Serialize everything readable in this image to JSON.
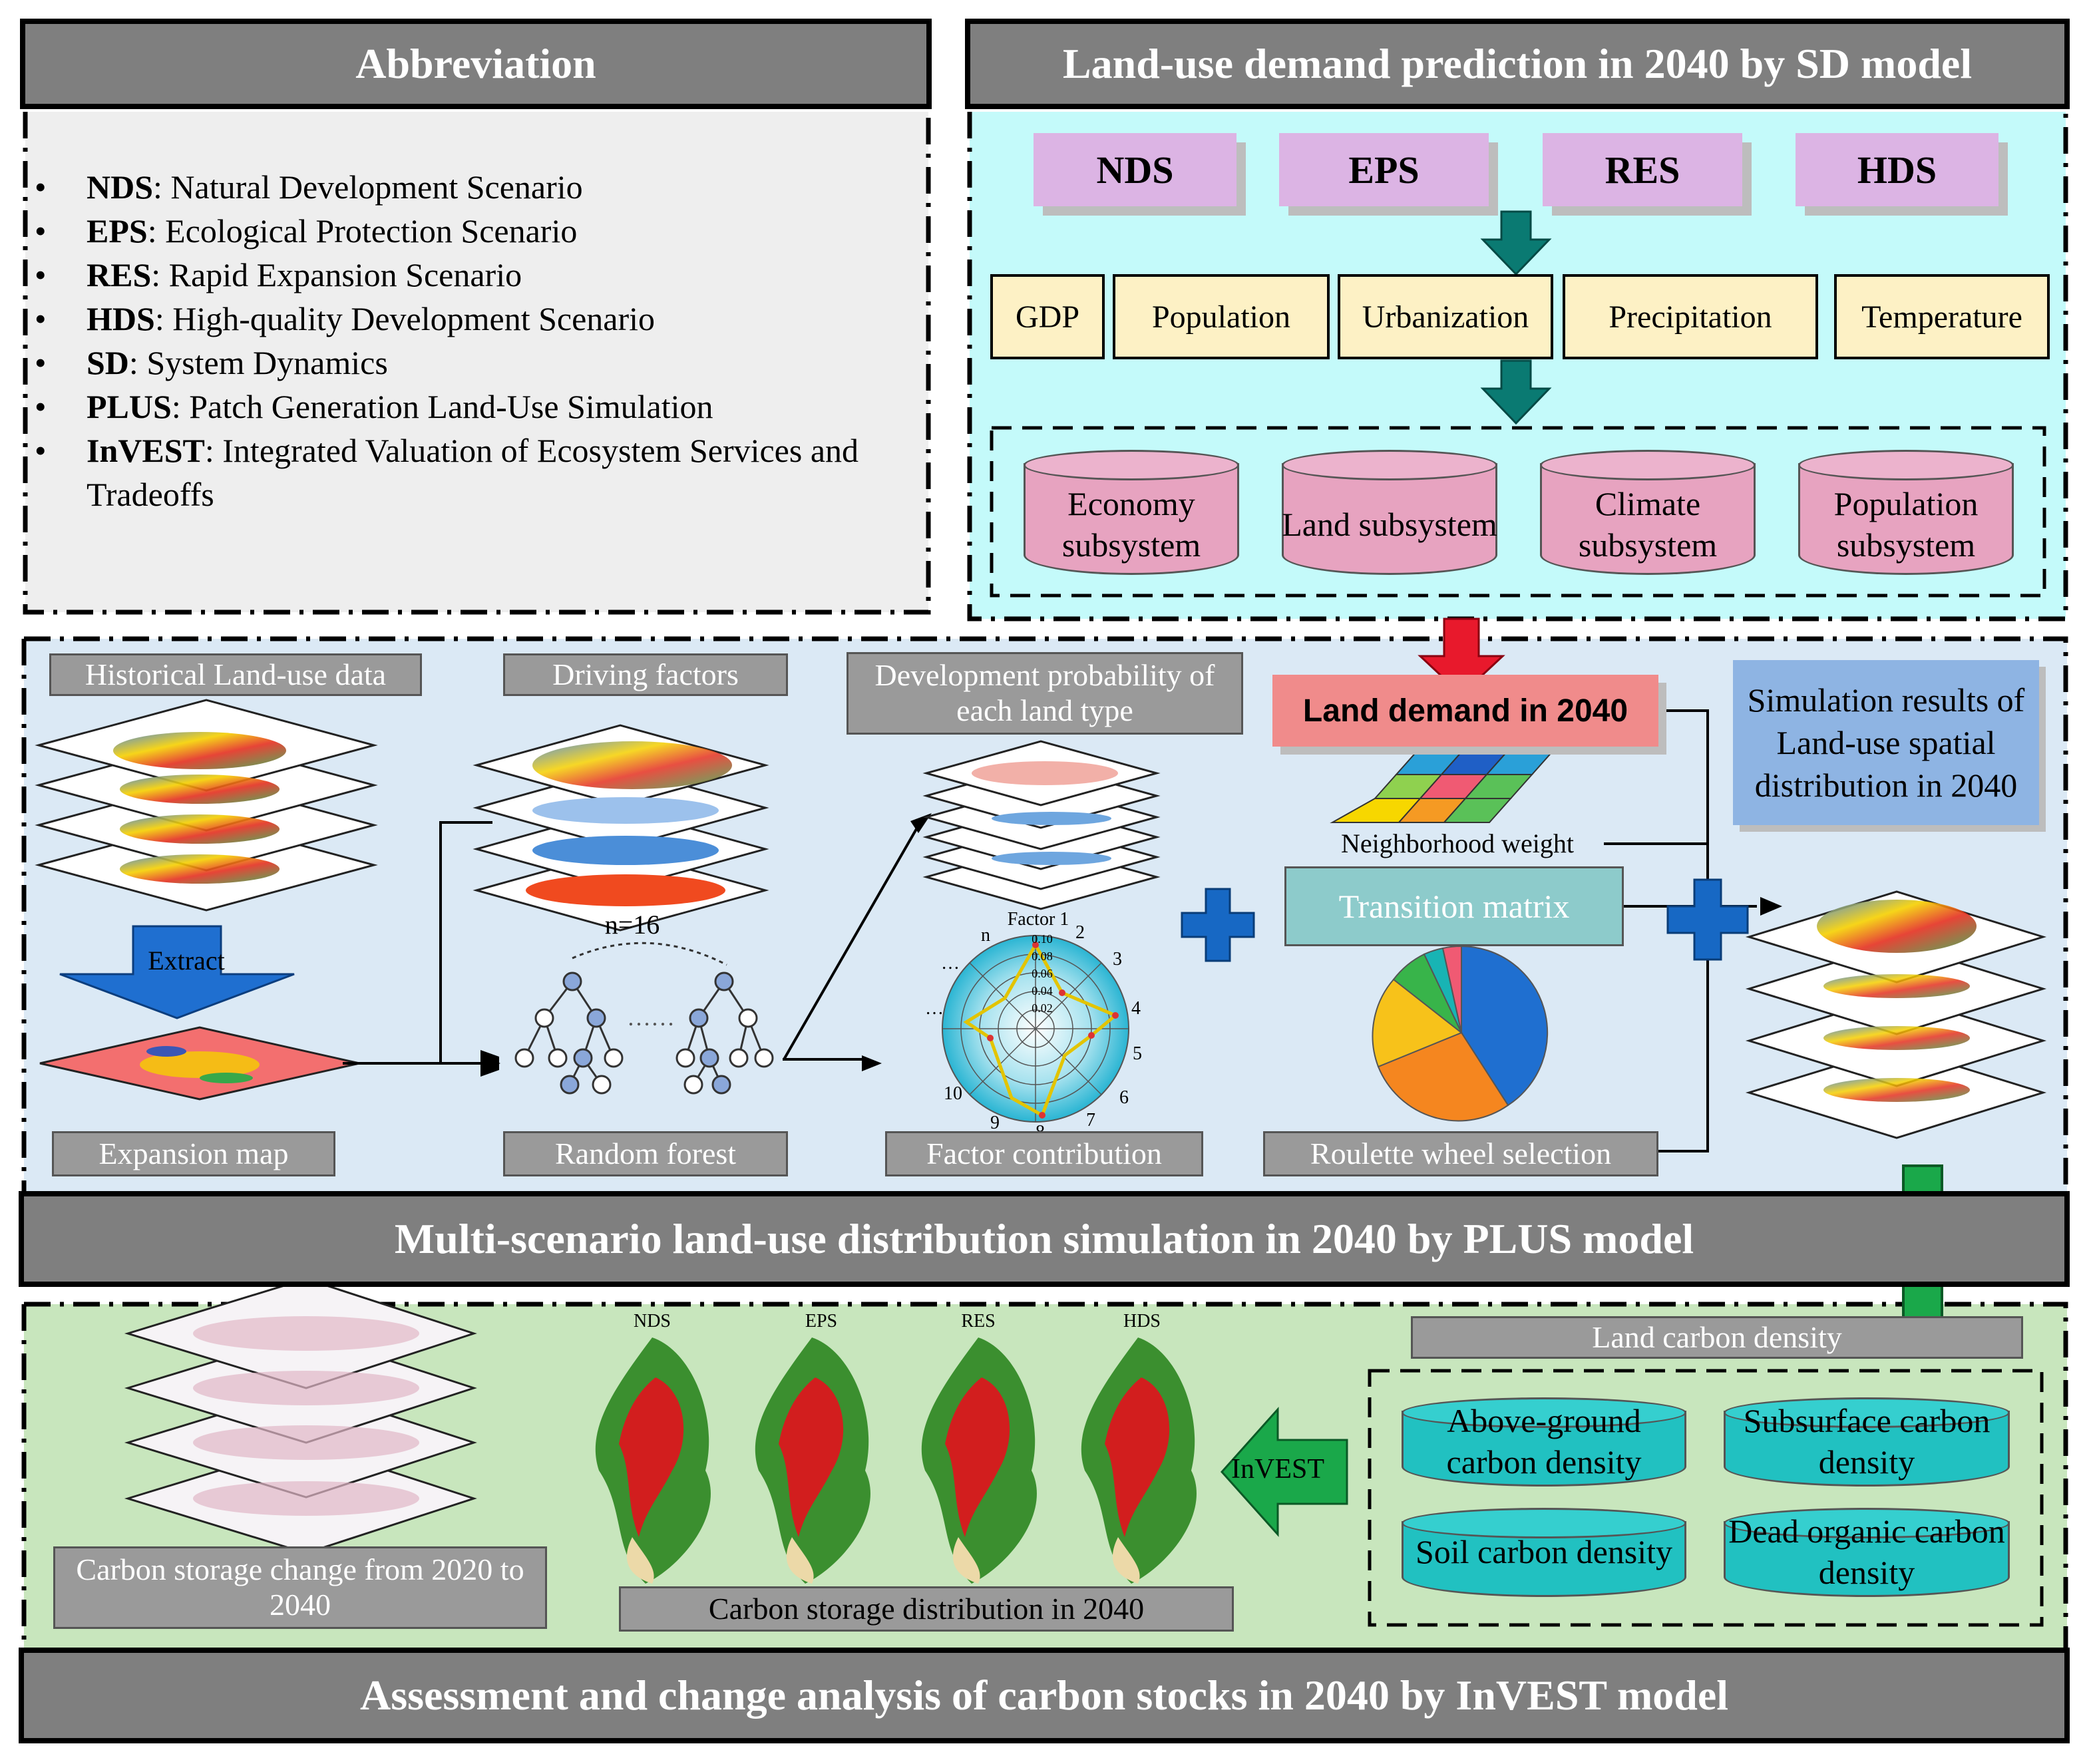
{
  "abbreviation": {
    "title": "Abbreviation",
    "items": [
      {
        "abbr": "NDS",
        "text": ": Natural Development Scenario"
      },
      {
        "abbr": "EPS",
        "text": ": Ecological Protection Scenario"
      },
      {
        "abbr": "RES",
        "text": ": Rapid Expansion Scenario"
      },
      {
        "abbr": "HDS",
        "text": ": High-quality Development Scenario"
      },
      {
        "abbr": "SD",
        "text": ": System Dynamics"
      },
      {
        "abbr": "PLUS",
        "text": ": Patch Generation Land-Use Simulation"
      },
      {
        "abbr": "InVEST",
        "text": ": Integrated Valuation of Ecosystem Services and Tradeoffs"
      }
    ]
  },
  "sd": {
    "title": "Land-use demand prediction in 2040 by SD model",
    "scenarios": [
      "NDS",
      "EPS",
      "RES",
      "HDS"
    ],
    "factors": [
      "GDP",
      "Population",
      "Urbanization",
      "Precipitation",
      "Temperature"
    ],
    "subsystems": [
      "Economy subsystem",
      "Land subsystem",
      "Climate subsystem",
      "Population subsystem"
    ]
  },
  "plus": {
    "title": "Multi-scenario land-use distribution simulation in 2040 by PLUS model",
    "historical": "Historical Land-use data",
    "extract": "Extract",
    "expansion_map": "Expansion map",
    "driving_factors": "Driving factors",
    "n_factors": "n=16",
    "random_forest": "Random forest",
    "tree_dots": "……",
    "dev_prob": "Development probability of each land type",
    "factor_contribution": "Factor contribution",
    "radar": {
      "axis_title": "Factor 1",
      "ticks": [
        "0.10",
        "0.08",
        "0.06",
        "0.04",
        "0.02"
      ],
      "labels": [
        "2",
        "3",
        "4",
        "5",
        "6",
        "7",
        "8",
        "9",
        "10",
        "n",
        "…",
        "…"
      ]
    },
    "land_demand": "Land demand in 2040",
    "neighborhood_weight": "Neighborhood weight",
    "transition_matrix": "Transition matrix",
    "roulette": "Roulette wheel selection",
    "sim_results": "Simulation results of Land-use spatial distribution in 2040"
  },
  "invest": {
    "title": "Assessment and change analysis of carbon stocks in 2040 by InVEST model",
    "change_label": "Carbon storage change from 2020 to 2040",
    "map_labels": [
      "NDS",
      "EPS",
      "RES",
      "HDS"
    ],
    "distribution_label": "Carbon storage distribution in 2040",
    "arrow_label": "InVEST",
    "density_title": "Land carbon density",
    "densities": [
      "Above-ground carbon density",
      "Subsurface carbon density",
      "Soil carbon density",
      "Dead organic carbon density"
    ]
  },
  "colors": {
    "header_gray": "#7f7f7f",
    "cyan_panel": "#c4fafa",
    "blue_panel": "#dbe9f5",
    "green_panel": "#c8e6bd",
    "pink_box": "#dcb4e4",
    "tan_box": "#fdf1c5",
    "cylinder_pink": "#e7a3c0",
    "cylinder_teal": "#21c1c1",
    "land_demand_red": "#f08b8b",
    "transition_teal": "#8dcbcb",
    "sim_results_blue": "#8eb4e3",
    "arrow_teal": "#0a7a72",
    "arrow_red": "#e8192c",
    "plus_blue": "#1768c4",
    "plus_green": "#1aa84a"
  }
}
